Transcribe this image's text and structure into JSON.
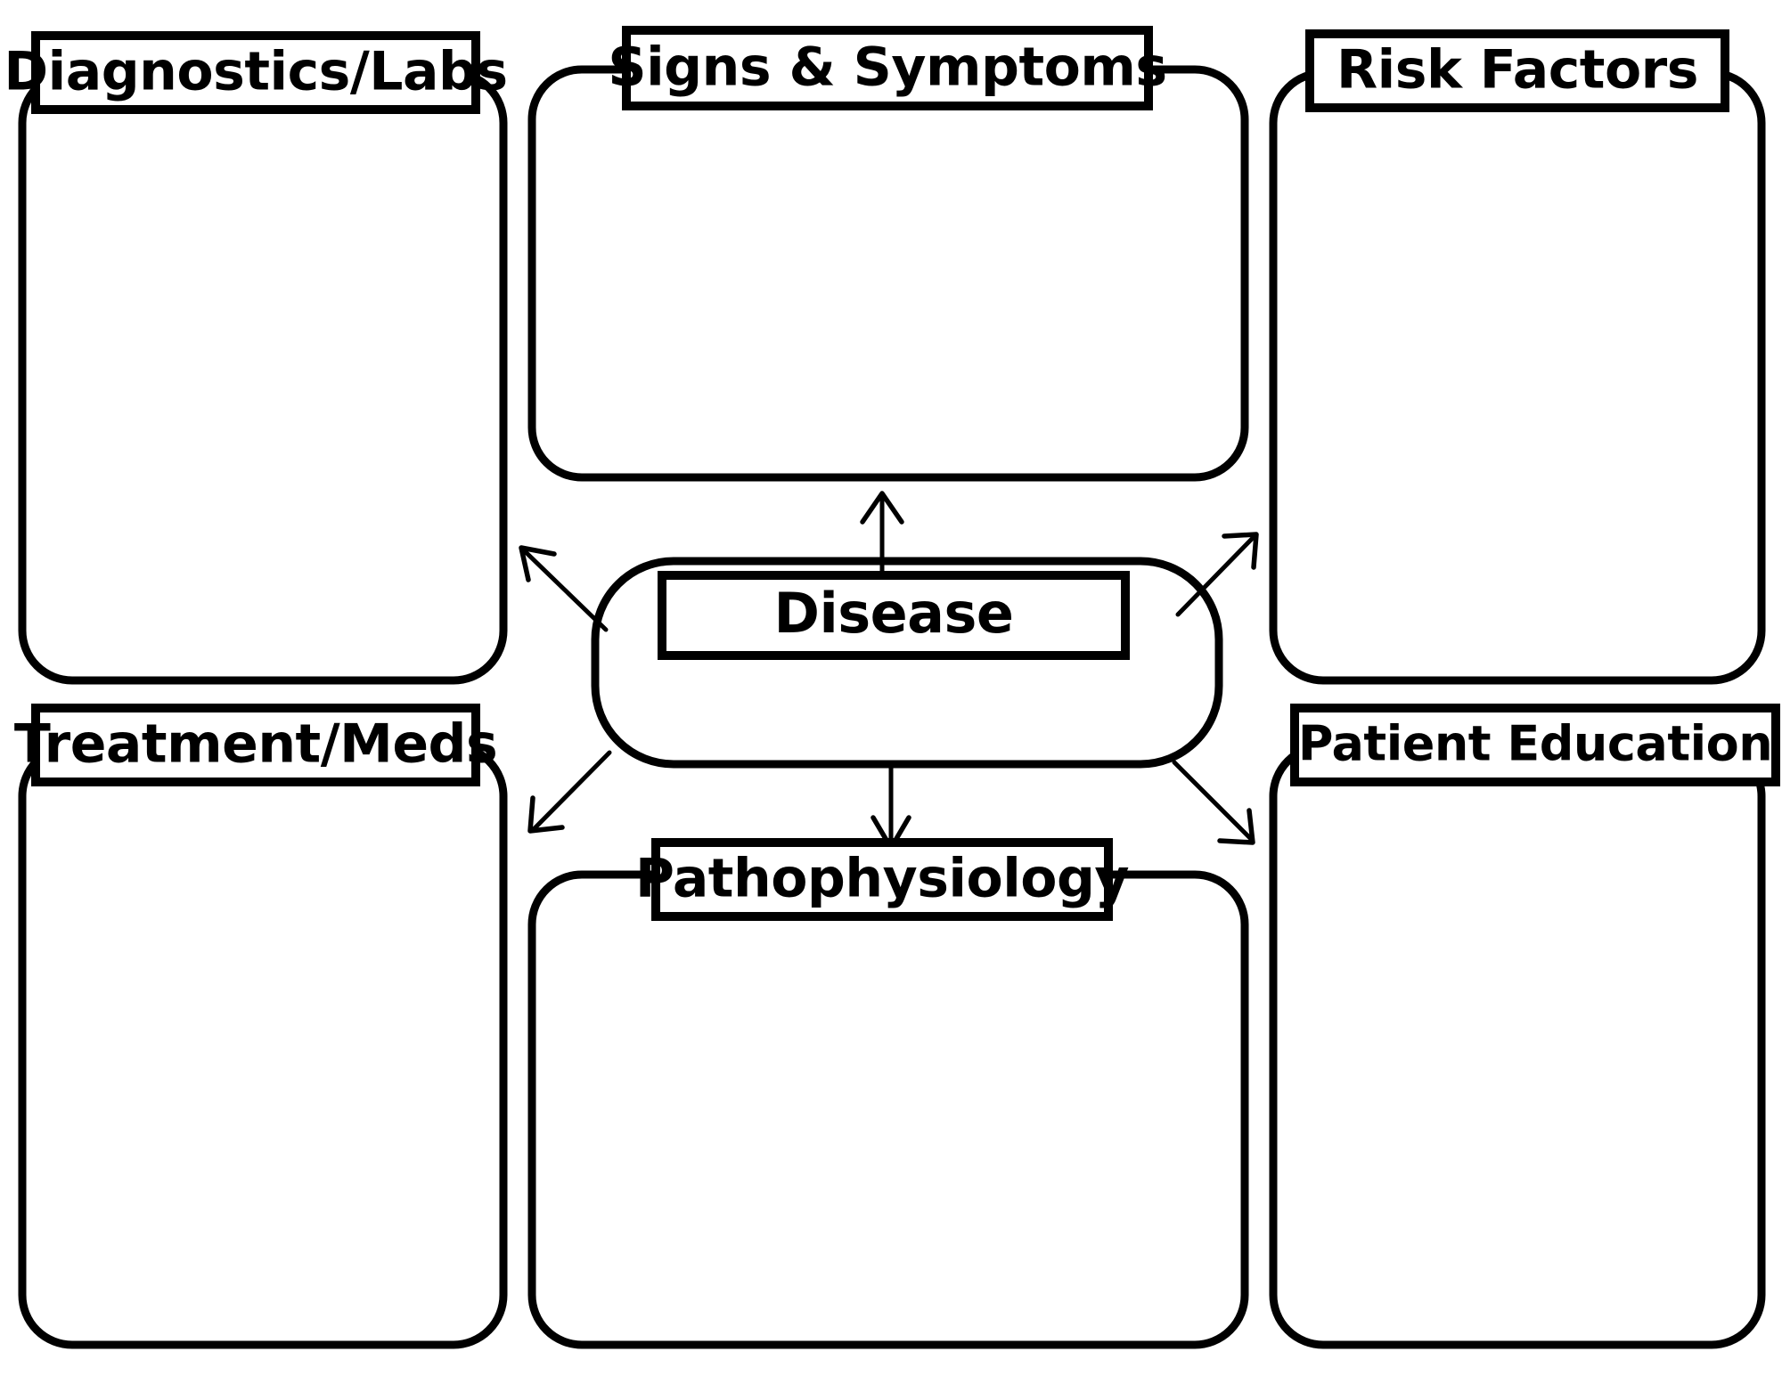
{
  "page": {
    "title": "Disease Concept Map",
    "background_color": "#ffffff",
    "ink_color": "#000000"
  },
  "center_node": {
    "id": "disease",
    "label": "Disease",
    "shape": "rounded-rectangle",
    "body_text": ""
  },
  "nodes": [
    {
      "id": "diagnostics-labs",
      "label": "Diagnostics/Labs",
      "position": "top-left",
      "shape": "rounded-rectangle",
      "body_text": ""
    },
    {
      "id": "signs-symptoms",
      "label": "Signs & Symptoms",
      "position": "top-center",
      "shape": "rounded-rectangle",
      "body_text": ""
    },
    {
      "id": "risk-factors",
      "label": "Risk Factors",
      "position": "top-right",
      "shape": "rounded-rectangle",
      "body_text": ""
    },
    {
      "id": "treatment-meds",
      "label": "Treatment/Meds",
      "position": "bottom-left",
      "shape": "rounded-rectangle",
      "body_text": ""
    },
    {
      "id": "pathophysiology",
      "label": "Pathophysiology",
      "position": "bottom-center",
      "shape": "rounded-rectangle",
      "body_text": ""
    },
    {
      "id": "patient-education",
      "label": "Patient Education",
      "position": "bottom-right",
      "shape": "rounded-rectangle",
      "body_text": ""
    }
  ],
  "connectors": [
    {
      "from": "disease",
      "to": "signs-symptoms",
      "direction": "up",
      "style": "single-arrow"
    },
    {
      "from": "disease",
      "to": "diagnostics-labs",
      "direction": "up-left",
      "style": "single-arrow"
    },
    {
      "from": "disease",
      "to": "risk-factors",
      "direction": "up-right",
      "style": "single-arrow"
    },
    {
      "from": "disease",
      "to": "treatment-meds",
      "direction": "down-left",
      "style": "single-arrow"
    },
    {
      "from": "disease",
      "to": "pathophysiology",
      "direction": "down",
      "style": "single-arrow"
    },
    {
      "from": "disease",
      "to": "patient-education",
      "direction": "down-right",
      "style": "single-arrow"
    }
  ]
}
